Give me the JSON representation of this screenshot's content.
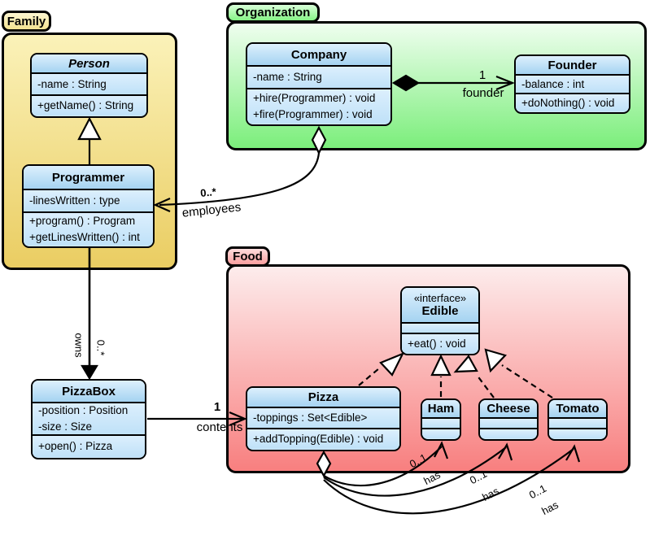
{
  "packages": {
    "family": {
      "label": "Family"
    },
    "organization": {
      "label": "Organization"
    },
    "food": {
      "label": "Food"
    }
  },
  "classes": {
    "person": {
      "name": "Person",
      "attributes": [
        "-name : String"
      ],
      "methods": [
        "+getName() : String"
      ]
    },
    "programmer": {
      "name": "Programmer",
      "attributes": [
        "-linesWritten : type"
      ],
      "methods": [
        "+program() : Program",
        "+getLinesWritten() : int"
      ]
    },
    "company": {
      "name": "Company",
      "attributes": [
        "-name : String"
      ],
      "methods": [
        "+hire(Programmer) : void",
        "+fire(Programmer) : void"
      ]
    },
    "founder": {
      "name": "Founder",
      "attributes": [
        "-balance : int"
      ],
      "methods": [
        "+doNothing() : void"
      ]
    },
    "pizzabox": {
      "name": "PizzaBox",
      "attributes": [
        "-position : Position",
        "-size : Size"
      ],
      "methods": [
        "+open() : Pizza"
      ]
    },
    "edible": {
      "stereotype": "«interface»",
      "name": "Edible",
      "attributes": [],
      "methods": [
        "+eat() : void"
      ]
    },
    "pizza": {
      "name": "Pizza",
      "attributes": [
        "-toppings : Set<Edible>"
      ],
      "methods": [
        "+addTopping(Edible) : void"
      ]
    },
    "ham": {
      "name": "Ham"
    },
    "cheese": {
      "name": "Cheese"
    },
    "tomato": {
      "name": "Tomato"
    }
  },
  "relations": {
    "company_founder": {
      "multiplicity": "1",
      "label": "founder",
      "type": "composition"
    },
    "company_programmer": {
      "multiplicity": "0..*",
      "label": "employees",
      "type": "aggregation"
    },
    "programmer_pizzabox": {
      "label": "owns",
      "multiplicity": "0..*",
      "type": "directed-association"
    },
    "pizzabox_pizza": {
      "multiplicity": "1",
      "label": "contents",
      "type": "association"
    },
    "pizza_ham": {
      "multiplicity": "0..1",
      "label": "has",
      "type": "aggregation"
    },
    "pizza_cheese": {
      "multiplicity": "0..1",
      "label": "has",
      "type": "aggregation"
    },
    "pizza_tomato": {
      "multiplicity": "0..1",
      "label": "has",
      "type": "aggregation"
    },
    "programmer_person": {
      "type": "generalization"
    },
    "pizza_edible": {
      "type": "realization"
    },
    "ham_edible": {
      "type": "realization"
    },
    "cheese_edible": {
      "type": "realization"
    },
    "tomato_edible": {
      "type": "realization"
    }
  },
  "colors": {
    "family_fill": "#eacd62",
    "organization_fill": "#7bee7b",
    "food_fill": "#f87f7f",
    "class_fill": "#cfe9fb",
    "class_title_fill": "#a5d3f1",
    "stroke": "#000000"
  }
}
